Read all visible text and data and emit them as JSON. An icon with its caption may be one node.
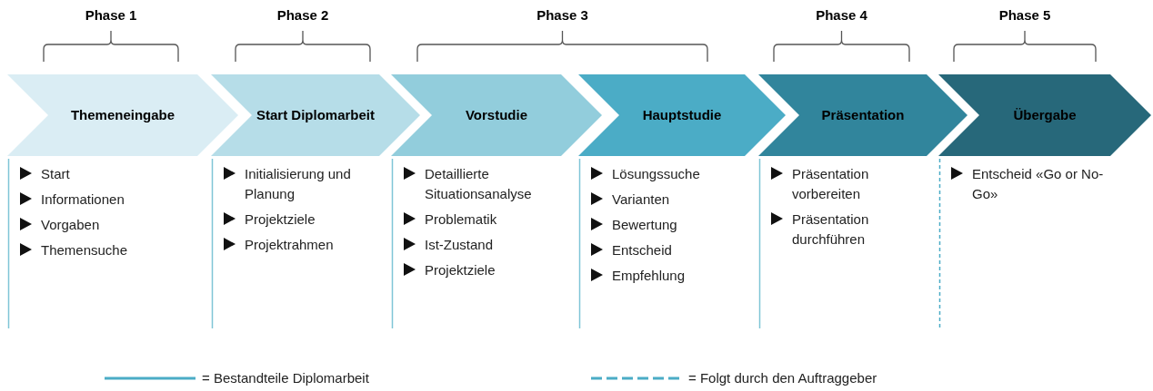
{
  "diagram": {
    "nodes": [
      {
        "text": [
          "Themeneingabe"
        ],
        "beside": [
          "Start",
          "Informationen",
          "Vorgaben",
          "Themensuche"
        ]
      },
      {
        "text": [
          "Start Diplomarbeit"
        ],
        "beside": [
          "Initialisierung und Planung",
          "Projektziele",
          "Projektrahmen"
        ]
      },
      {
        "text": [
          "Vorstudie"
        ],
        "beside": [
          "Detaillierte Situationsanalyse",
          "Problematik",
          "Ist-Zustand",
          "Projektziele"
        ]
      },
      {
        "text": [
          "Hauptstudie"
        ],
        "beside": [
          "Lösungssuche",
          "Varianten",
          "Bewertung",
          "Entscheid",
          "Empfehlung"
        ]
      },
      {
        "text": [
          "Präsentation"
        ],
        "beside": [
          "Präsentation vorbereiten",
          "Präsentation durchführen"
        ]
      },
      {
        "text": [
          "Übergabe"
        ],
        "beside": [
          "Entscheid «Go or No-Go»"
        ]
      }
    ],
    "edges": [],
    "labels": [
      "Phase 1",
      "Phase 2",
      "Phase 3",
      "Phase 4",
      "Phase 5"
    ],
    "legend": [
      {
        "text": "= Bestandteile Diplomarbeit"
      },
      {
        "text": "= Folgt durch den Auftraggeber"
      }
    ]
  }
}
